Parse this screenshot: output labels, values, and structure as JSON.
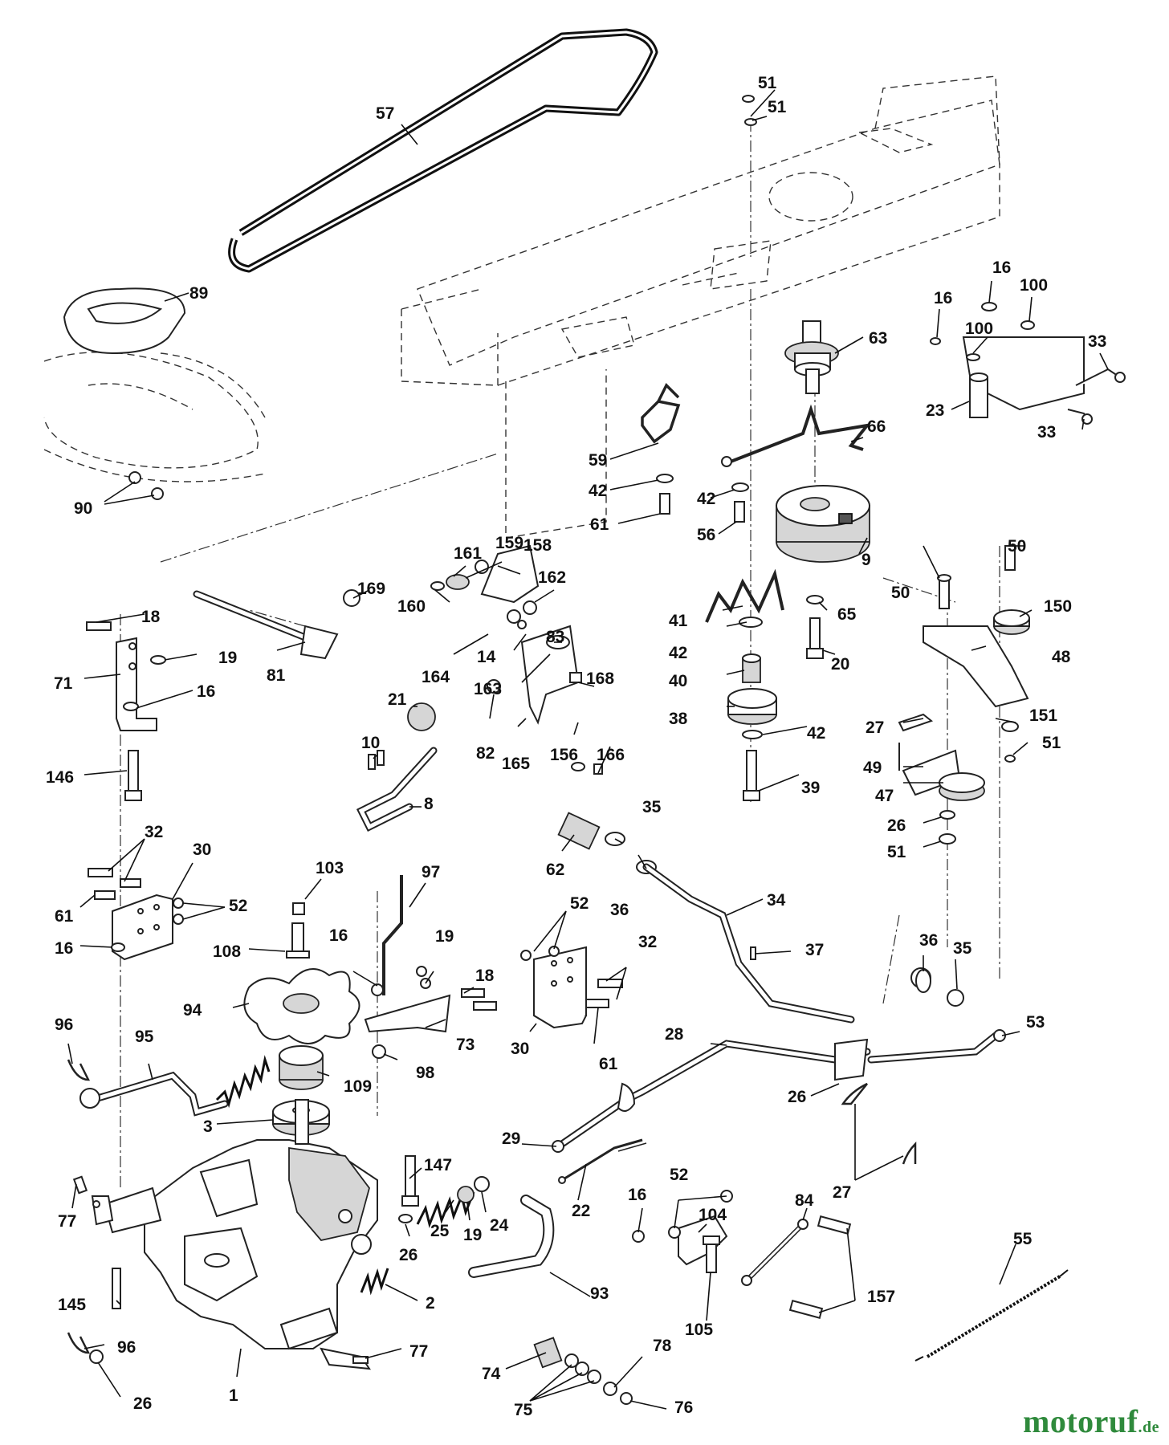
{
  "callouts": [
    "57",
    "51",
    "51",
    "89",
    "63",
    "16",
    "16",
    "100",
    "100",
    "33",
    "33",
    "23",
    "66",
    "59",
    "42",
    "42",
    "61",
    "56",
    "9",
    "90",
    "161",
    "159",
    "158",
    "162",
    "160",
    "169",
    "65",
    "20",
    "41",
    "42",
    "40",
    "38",
    "42",
    "39",
    "18",
    "19",
    "71",
    "16",
    "146",
    "81",
    "164",
    "14",
    "83",
    "163",
    "168",
    "21",
    "82",
    "165",
    "156",
    "166",
    "10",
    "8",
    "50",
    "50",
    "150",
    "48",
    "27",
    "151",
    "51",
    "49",
    "47",
    "26",
    "51",
    "32",
    "30",
    "61",
    "52",
    "16",
    "103",
    "97",
    "108",
    "94",
    "16",
    "19",
    "18",
    "73",
    "98",
    "109",
    "96",
    "95",
    "3",
    "77",
    "145",
    "96",
    "26",
    "1",
    "147",
    "25",
    "19",
    "24",
    "26",
    "2",
    "77",
    "35",
    "62",
    "36",
    "34",
    "37",
    "52",
    "32",
    "30",
    "61",
    "28",
    "26",
    "27",
    "29",
    "22",
    "16",
    "52",
    "104",
    "84",
    "157",
    "105",
    "93",
    "74",
    "78",
    "75",
    "76",
    "55",
    "36",
    "35",
    "53"
  ],
  "watermark": {
    "brand": "motoruf",
    "tld": ".de"
  }
}
